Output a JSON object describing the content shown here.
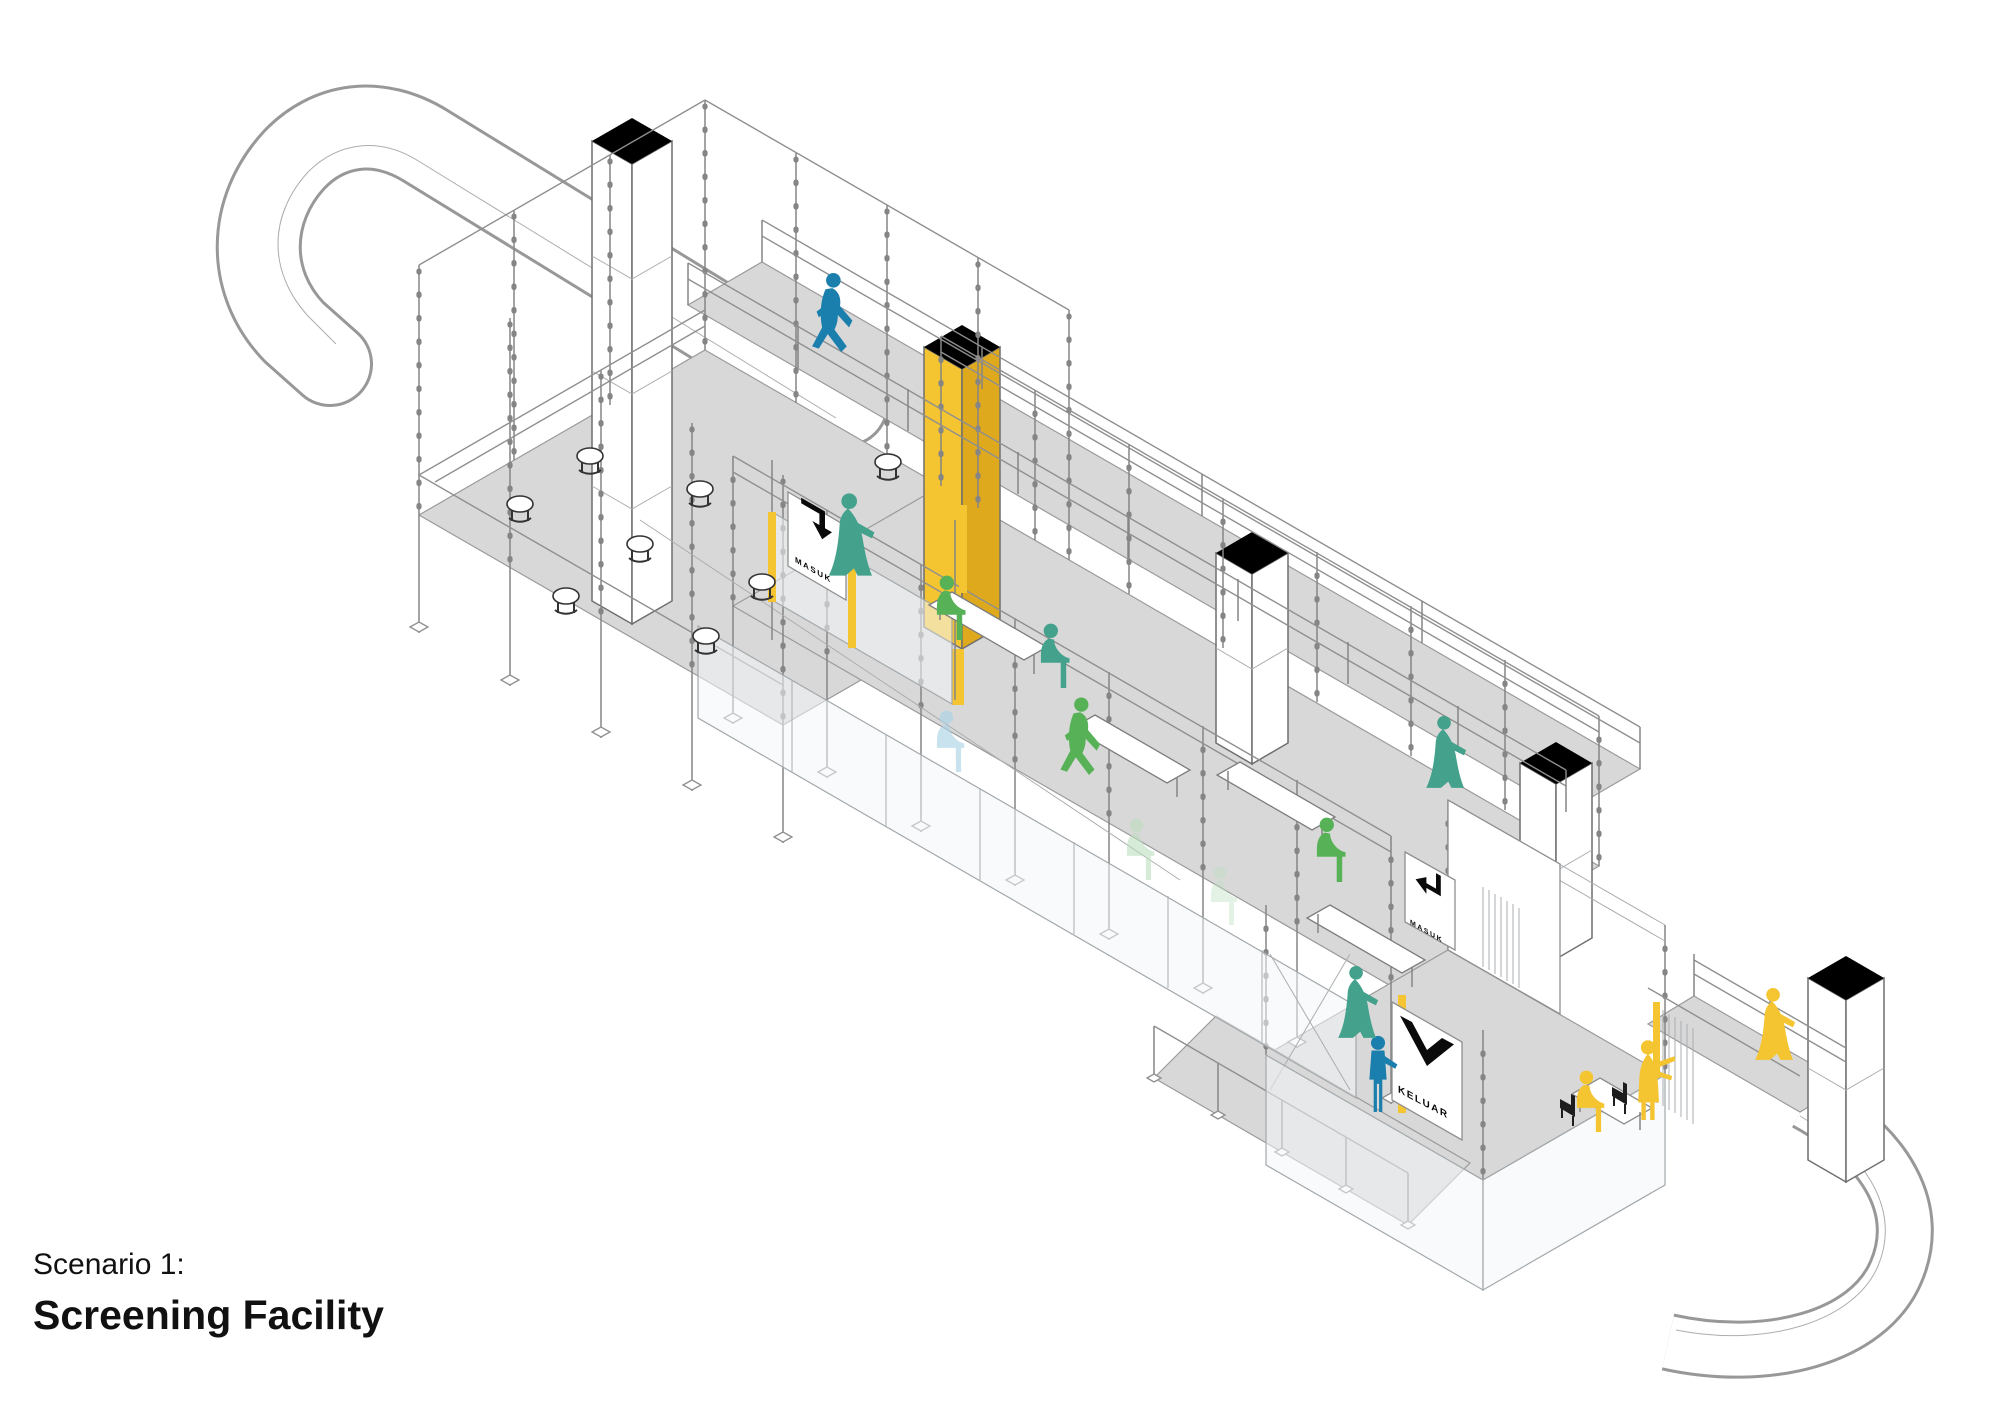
{
  "title": {
    "line1": "Scenario 1:",
    "line2": "Screening Facility"
  },
  "signs": {
    "enter": "MASUK",
    "enter_mid": "MASUK",
    "exit": "KELUAR"
  },
  "colors": {
    "deck": "#d8d8d8",
    "tower_body": "#ffffff",
    "tower_cap": "#000000",
    "accent_yellow": "#f4c431",
    "accent_yellow_shade": "#dfa91e",
    "figure_blue": "#1b7fae",
    "figure_green": "#57b257",
    "figure_teal": "#43a18c",
    "figure_yellow": "#f4c431",
    "figure_pale_blue": "#abd4e6",
    "figure_pale_green": "#bedec0",
    "sign_black": "#0a0a0a"
  },
  "figures": [
    {
      "pose": "walking",
      "color": "blue",
      "area": "upper walkway north"
    },
    {
      "pose": "walking",
      "color": "teal",
      "area": "entrance gate"
    },
    {
      "pose": "seated",
      "color": "green",
      "area": "queue bench 1"
    },
    {
      "pose": "seated",
      "color": "teal",
      "area": "queue bench 2"
    },
    {
      "pose": "walking",
      "color": "green",
      "area": "queue corridor"
    },
    {
      "pose": "seated",
      "color": "pale-blue",
      "area": "behind glass screen"
    },
    {
      "pose": "seated",
      "color": "pale-green",
      "area": "behind glass screen"
    },
    {
      "pose": "seated",
      "color": "pale-green",
      "area": "behind glass screen"
    },
    {
      "pose": "seated",
      "color": "green",
      "area": "queue bench 3"
    },
    {
      "pose": "walking",
      "color": "teal",
      "area": "upper walkway south"
    },
    {
      "pose": "walking",
      "color": "teal",
      "area": "corridor near exit"
    },
    {
      "pose": "standing",
      "color": "blue",
      "area": "exit ramp"
    },
    {
      "pose": "seated",
      "color": "yellow",
      "area": "screening desk"
    },
    {
      "pose": "standing",
      "color": "yellow",
      "area": "screening desk"
    },
    {
      "pose": "walking",
      "color": "yellow",
      "area": "exit bridge"
    }
  ]
}
